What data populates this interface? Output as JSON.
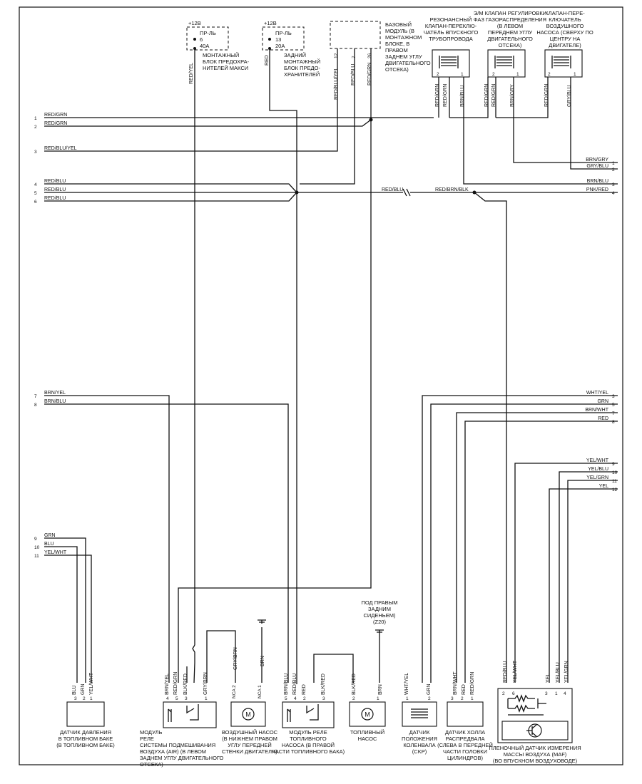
{
  "supply": {
    "v12": "+12В",
    "v12b": "+12В"
  },
  "fuse_left": {
    "line1": "ПР-ЛЬ",
    "line2": "6",
    "line3": "40А",
    "wire": "RED/YEL",
    "caption": [
      "МОНТАЖНЫЙ",
      "БЛОК ПРЕДОХРА-",
      "НИТЕЛЕЙ МАКСИ"
    ]
  },
  "fuse_right": {
    "line1": "ПР-ЛЬ",
    "line2": "13",
    "line3": "20А",
    "wire": "RED",
    "caption": [
      "ЗАДНИЙ",
      "МОНТАЖНЫЙ",
      "БЛОК ПРЕДО-",
      "ХРАНИТЕЛЕЙ"
    ]
  },
  "base_module": {
    "caption": [
      "БАЗОВЫЙ",
      "МОДУЛЬ (В",
      "МОНТАЖНОМ",
      "БЛОКЕ, В",
      "ПРАВОМ",
      "ЗАДНЕМ УГЛУ",
      "ДВИГАТЕЛЬНОГО",
      "ОТСЕКА)"
    ],
    "pins": [
      "12",
      "7",
      "26"
    ],
    "wires": [
      "RED/BLU/YEL",
      "RED/BLU",
      "RED/GRN"
    ]
  },
  "valves": [
    {
      "caption": [
        "РЕЗОНАНСНЫЙ",
        "КЛАПАН-ПЕРЕКЛЮ-",
        "ЧАТЕЛЬ ВПУСКНОГО",
        "ТРУБОПРОВОДА"
      ],
      "pins": [
        "2",
        "1"
      ],
      "wires": [
        "RED/GRN",
        "BRN/BLU"
      ]
    },
    {
      "caption": [
        "Э/М КЛАПАН РЕГУЛИРОВКИ",
        "ФАЗ ГАЗОРАСПРЕДЕЛЕНИЯ",
        "(В ЛЕВОМ",
        "ПЕРЕДНЕМ УГЛУ",
        "ДВИГАТЕЛЬНОГО",
        "ОТСЕКА)"
      ],
      "pins": [
        "2",
        "1"
      ],
      "wires": [
        "RED/GRN",
        "BRN/GRY"
      ]
    },
    {
      "caption": [
        "КЛАПАН-ПЕРЕ-",
        "КЛЮЧАТЕЛЬ",
        "ВОЗДУШНОГО",
        "НАСОСА (СВЕРХУ ПО",
        "ЦЕНТРУ НА",
        "ДВИГАТЕЛЕ)"
      ],
      "pins": [
        "2",
        "1"
      ],
      "wires": [
        "RED/GRN",
        "GRY/BLU"
      ]
    }
  ],
  "valve_extra_wires": [
    "RED/GRN",
    "RED/GRN"
  ],
  "left_connectors": [
    {
      "num": "1",
      "wire": "RED/GRN"
    },
    {
      "num": "2",
      "wire": "RED/GRN"
    },
    {
      "num": "3",
      "wire": "RED/BLU/YEL"
    },
    {
      "num": "4",
      "wire": "RED/BLU"
    },
    {
      "num": "5",
      "wire": "RED/BLU"
    },
    {
      "num": "6",
      "wire": "RED/BLU"
    },
    {
      "num": "7",
      "wire": "BRN/YEL"
    },
    {
      "num": "8",
      "wire": "BRN/BLU"
    },
    {
      "num": "9",
      "wire": "GRN"
    },
    {
      "num": "10",
      "wire": "BLU"
    },
    {
      "num": "11",
      "wire": "YEL/WHT"
    }
  ],
  "right_connectors": [
    {
      "num": "1",
      "wire": "BRN/GRY"
    },
    {
      "num": "2",
      "wire": "GRY/BLU"
    },
    {
      "num": "3",
      "wire": "BRN/BLU"
    },
    {
      "num": "4",
      "wire": "PNK/RED"
    },
    {
      "num": "3",
      "wire": "WHT/YEL"
    },
    {
      "num": "5",
      "wire": "GRN"
    },
    {
      "num": "7",
      "wire": "BRN/WHT"
    },
    {
      "num": "8",
      "wire": "RED"
    },
    {
      "num": "9",
      "wire": "YEL/WHT"
    },
    {
      "num": "10",
      "wire": "YEL/BLU"
    },
    {
      "num": "11",
      "wire": "YEL/GRN"
    },
    {
      "num": "12",
      "wire": "YEL"
    }
  ],
  "mid_labels": {
    "red_blu": "RED/BLU",
    "red_brn_blk": "RED/BRN/BLK"
  },
  "ground_caption": [
    "ПОД ПРАВЫМ",
    "ЗАДНИМ",
    "СИДЕНЬЕМ)",
    "(Z20)"
  ],
  "bottom_components": [
    {
      "id": "pressure-sensor",
      "caption": [
        "ДАТЧИК ДАВЛЕНИЯ",
        "В ТОПЛИВНОМ БАКЕ",
        "(В ТОПЛИВНОМ БАКЕ)"
      ],
      "pins": [
        "3",
        "2",
        "1"
      ],
      "wires": [
        "BLU",
        "GRN",
        "YEL/WHT"
      ]
    },
    {
      "id": "air-relay",
      "caption": [
        "МОДУЛЬ",
        "РЕЛЕ",
        "СИСТЕМЫ ПОДМЕШИВАНИЯ",
        "ВОЗДУХА (AIR) (В ЛЕВОМ",
        "ЗАДНЕМ УГЛУ ДВИГАТЕЛЬНОГО",
        "ОТСЕКА)"
      ],
      "pins": [
        "4",
        "5",
        "3",
        "1"
      ],
      "wires": [
        "BRN/YEL",
        "RED/GRN",
        "BLK/RED",
        "GRY/BRN"
      ]
    },
    {
      "id": "air-pump",
      "caption": [
        "ВОЗДУШНЫЙ НАСОС",
        "(В НИЖНЕМ ПРАВОМ",
        "УГЛУ ПЕРЕДНЕЙ",
        "СТЕНКИ ДВИГАТЕЛЯ)"
      ],
      "pins": [
        "2",
        "1"
      ],
      "wires": [
        "GRY/BRN",
        "BRN"
      ],
      "pin_prefix": "NCA"
    },
    {
      "id": "fuel-relay",
      "caption": [
        "МОДУЛЬ РЕЛЕ",
        "ТОПЛИВНОГО",
        "НАСОСА (В ПРАВОЙ",
        "ЧАСТИ ТОПЛИВНОГО БАКА)"
      ],
      "pins": [
        "5",
        "4",
        "2",
        "3"
      ],
      "wires": [
        "BRN/BLU",
        "RED/BLU",
        "RED",
        "BLK/RED"
      ]
    },
    {
      "id": "fuel-pump",
      "caption": [
        "ТОПЛИВНЫЙ",
        "НАСОС"
      ],
      "pins": [
        "2",
        "1"
      ],
      "wires": [
        "BLK/RED",
        "BRN"
      ]
    },
    {
      "id": "ckp-sensor",
      "caption": [
        "ДАТЧИК",
        "ПОЛОЖЕНИЯ",
        "КОЛЕНВАЛА",
        "(CKP)"
      ],
      "pins": [
        "1",
        "2"
      ],
      "wires": [
        "WHT/YEL",
        "GRN"
      ]
    },
    {
      "id": "hall-sensor",
      "caption": [
        "ДАТЧИК ХОЛЛА",
        "РАСПРЕДВАЛА",
        "(СЛЕВА В ПЕРЕДНЕЙ",
        "ЧАСТИ ГОЛОВКИ",
        "ЦИЛИНДРОВ)"
      ],
      "pins": [
        "3",
        "2",
        "1"
      ],
      "wires": [
        "BRN/WHT",
        "RED",
        "RED/GRN"
      ]
    },
    {
      "id": "maf-sensor",
      "caption": [
        "ПЛЕНОЧНЫЙ ДАТЧИК ИЗМЕРЕНИЯ",
        "МАССЫ ВОЗДУХА (MAF)",
        "(ВО ВПУСКНОМ ВОЗДУХОВОДЕ)"
      ],
      "pins": [
        "2",
        "6",
        "3",
        "1",
        "4"
      ],
      "wires": [
        "RED/BLU",
        "YEL/WHT",
        "YEL",
        "YEL/BLU",
        "YEL/GRN"
      ]
    }
  ]
}
